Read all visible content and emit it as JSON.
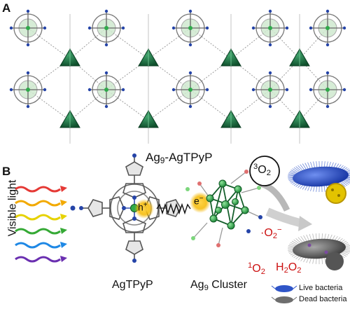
{
  "panel_a": {
    "label": "A",
    "caption": {
      "prefix": "Ag",
      "sub": "9",
      "suffix": "-AgTPyP"
    }
  },
  "panel_b": {
    "label": "B",
    "visible_light": "Visible light",
    "light_colors": [
      "#e53935",
      "#f2a900",
      "#e6d200",
      "#35a935",
      "#1e88e5",
      "#6a2fb0"
    ],
    "hole": {
      "base": "h",
      "sup": "+"
    },
    "electron": {
      "base": "e",
      "sup": "−"
    },
    "agtpyp_label": "AgTPyP",
    "cluster_label": {
      "prefix": "Ag",
      "sub": "9",
      "suffix": " Cluster"
    },
    "oxygen": {
      "sup": "3",
      "base": "O",
      "sub": "2"
    },
    "superoxide": {
      "prefix": "·O",
      "sub": "2",
      "sup": "−"
    },
    "singlet_oxygen": {
      "sup": "1",
      "base": "O",
      "sub": "2"
    },
    "hydrogen_peroxide": {
      "base": "H",
      "sub": "2",
      "base2": "O",
      "sub2": "2"
    },
    "legend": {
      "live": "Live bacteria",
      "dead": "Dead bacteria"
    },
    "colors": {
      "cluster": "#1f8a3a",
      "framework": "#1d6e45",
      "ros": "#cc1111",
      "live_bacteria": "#2f55c8",
      "dead_bacteria": "#6e6e6e",
      "charge_glow": "#f5b800"
    }
  }
}
